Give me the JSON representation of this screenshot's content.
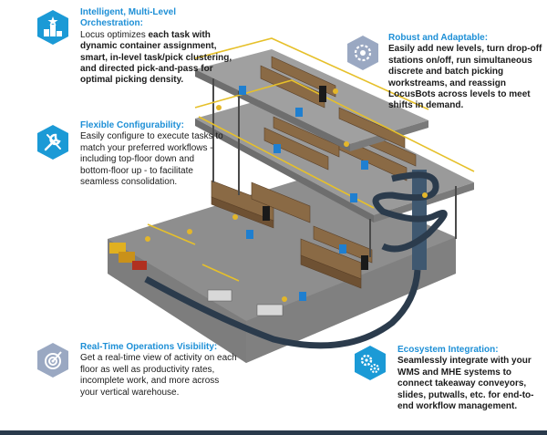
{
  "colors": {
    "accent": "#1d8fd6",
    "hex_blue": "#1b9ad6",
    "hex_grey": "#9aa8c2",
    "floor": "#8c8c8c",
    "shelf": "#8a6a45",
    "rail": "#e6c02a",
    "robot_blue": "#1f7fd0"
  },
  "callouts": {
    "orchestration": {
      "icon": "podium-ranking-icon",
      "title": "Intelligent, Multi-Level Orchestration:",
      "pre": "Locus optimizes ",
      "bold": "each task with dynamic container assignment, smart, in-level task/pick clustering, and directed pick-and-pass for optimal picking density."
    },
    "robust": {
      "icon": "gear-link-icon",
      "title": "Robust and Adaptable:",
      "bold": "Easily add new levels, turn drop-off stations on/off, run simultaneous discrete and batch picking workstreams, and reassign LocusBots across levels to meet shifts in demand."
    },
    "flexible": {
      "icon": "wrench-icon",
      "title": "Flexible Configurability:",
      "body": "Easily configure to execute tasks to match your preferred workflows - including top-floor down and bottom-floor up - to facilitate seamless consolidation."
    },
    "visibility": {
      "icon": "target-icon",
      "title": "Real-Time Operations Visibility:",
      "body": "Get a real-time view of activity on each floor as well as productivity rates, incomplete work, and more across your vertical warehouse."
    },
    "ecosystem": {
      "icon": "gears-icon",
      "title": "Ecosystem Integration:",
      "bold": "Seamlessly integrate with your WMS and MHE systems to connect takeaway conveyors, slides, putwalls, etc. for end-to-end workflow management."
    }
  }
}
